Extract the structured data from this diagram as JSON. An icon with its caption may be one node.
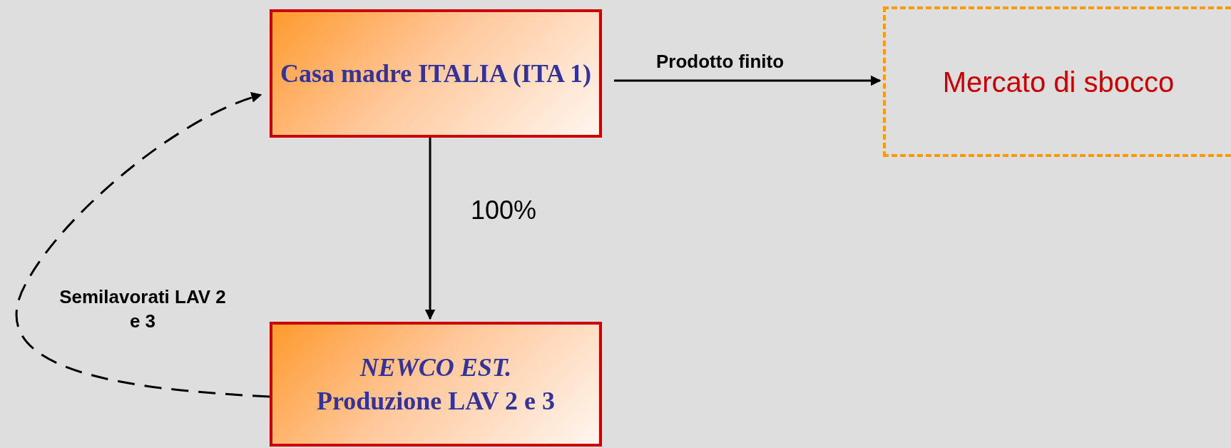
{
  "diagram": {
    "nodes": [
      {
        "text": [
          "Casa madre ITALIA (ITA 1)"
        ]
      },
      {
        "text": [
          "Mercato di sbocco"
        ]
      },
      {
        "text": [
          "NEWCO EST.",
          "Produzione LAV 2 e 3"
        ]
      }
    ],
    "edges": [
      {
        "from": 0,
        "to": 1,
        "arrow": "to",
        "label": "Prodotto finito"
      },
      {
        "from": 0,
        "to": 2,
        "arrow": "to",
        "label": "100%"
      },
      {
        "from": 2,
        "to": 0,
        "arrow": "to",
        "label": "Semilavorati LAV 2 e 3",
        "style": "dashed"
      }
    ]
  }
}
